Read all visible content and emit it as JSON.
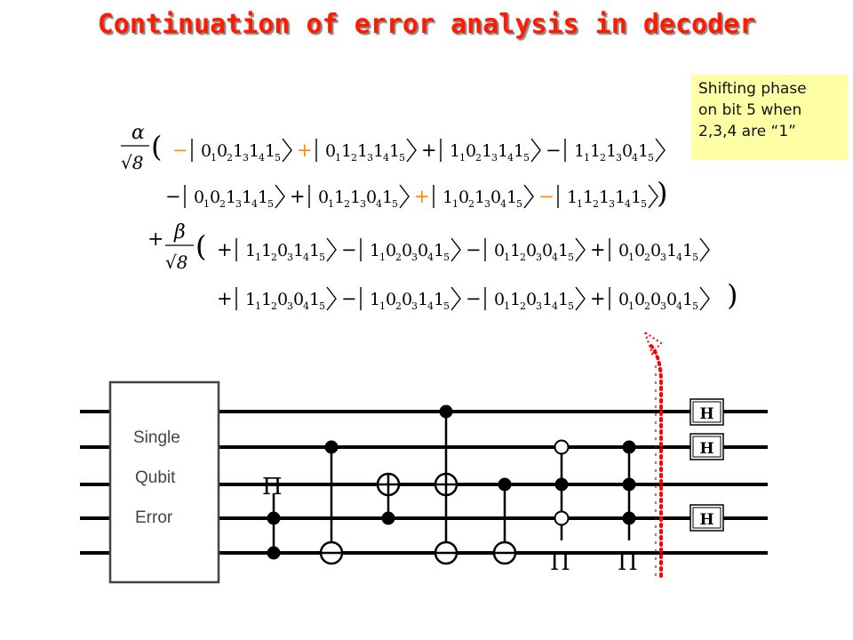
{
  "title": "Continuation of error analysis in decoder",
  "note": {
    "lines": [
      "Shifting phase",
      "on bit 5 when",
      "2,3,4 are “1”"
    ]
  },
  "equation": {
    "alpha": "α",
    "beta": "β",
    "sqrt8": "√8",
    "row1": [
      {
        "sign": "−",
        "digits": "00111",
        "orange": true
      },
      {
        "sign": "+",
        "digits": "01111",
        "orange": true
      },
      {
        "sign": "+",
        "digits": "10111",
        "orange": false
      },
      {
        "sign": "−",
        "digits": "11101",
        "orange": false
      }
    ],
    "row2": [
      {
        "sign": "−",
        "digits": "00111",
        "orange": false
      },
      {
        "sign": "+",
        "digits": "01101",
        "orange": false
      },
      {
        "sign": "+",
        "digits": "10101",
        "orange": true
      },
      {
        "sign": "−",
        "digits": "11111",
        "orange": true
      }
    ],
    "row3": [
      {
        "sign": "+",
        "digits": "11011",
        "orange": false
      },
      {
        "sign": "−",
        "digits": "10001",
        "orange": false
      },
      {
        "sign": "−",
        "digits": "01001",
        "orange": false
      },
      {
        "sign": "+",
        "digits": "00011",
        "orange": false
      }
    ],
    "row4": [
      {
        "sign": "+",
        "digits": "11001",
        "orange": false
      },
      {
        "sign": "−",
        "digits": "10011",
        "orange": false
      },
      {
        "sign": "−",
        "digits": "01011",
        "orange": false
      },
      {
        "sign": "+",
        "digits": "00001",
        "orange": false
      }
    ]
  },
  "circuit": {
    "error_box_lines": [
      "Single",
      "Qubit",
      "Error"
    ],
    "pi_label": "Π",
    "hadamard_label": "H"
  }
}
